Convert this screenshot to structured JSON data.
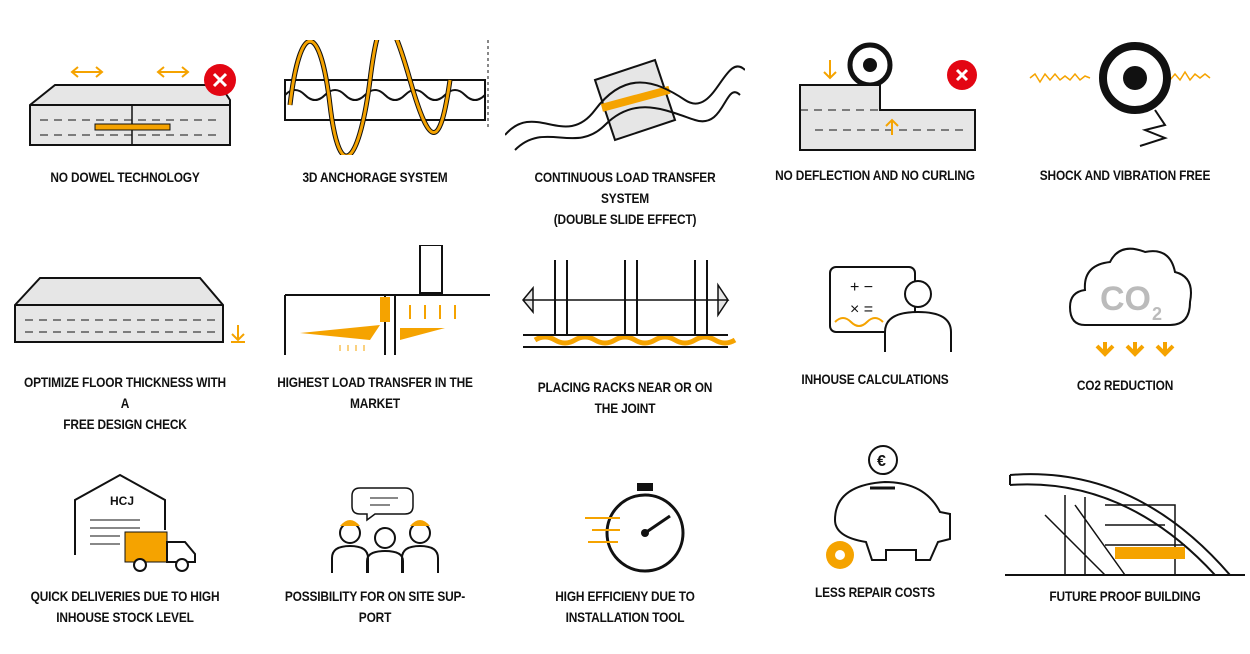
{
  "colors": {
    "accent": "#f5a300",
    "alert": "#e30613",
    "ink": "#111111",
    "surface": "#e6e6e6"
  },
  "features": [
    {
      "label": "NO DOWEL TECHNOLOGY",
      "icon": "slab-no-dowel-icon"
    },
    {
      "label": "3D ANCHORAGE SYSTEM",
      "icon": "anchorage-wave-icon"
    },
    {
      "label": "CONTINUOUS LOAD TRANSFER SYSTEM\n(DOUBLE SLIDE EFFECT)",
      "icon": "sleeve-wave-icon"
    },
    {
      "label": "NO DEFLECTION AND NO CURLING",
      "icon": "wheel-deflection-icon"
    },
    {
      "label": "SHOCK AND VIBRATION FREE",
      "icon": "wheel-vibration-icon"
    },
    {
      "label": "OPTIMIZE FLOOR THICKNESS WITH A\nFREE DESIGN CHECK",
      "icon": "slab-thickness-icon"
    },
    {
      "label": "HIGHEST LOAD TRANSFER IN THE\nMARKET",
      "icon": "load-transfer-icon"
    },
    {
      "label": "PLACING RACKS NEAR OR ON\nTHE JOINT",
      "icon": "racks-icon"
    },
    {
      "label": "INHOUSE CALCULATIONS",
      "icon": "calculation-board-icon"
    },
    {
      "label": "CO2 REDUCTION",
      "icon": "co2-cloud-icon",
      "icon_text": "CO2"
    },
    {
      "label": "QUICK DELIVERIES DUE TO HIGH\nINHOUSE STOCK LEVEL",
      "icon": "warehouse-truck-icon",
      "icon_text": "HCJ"
    },
    {
      "label": "POSSIBILITY FOR ON SITE SUP-\nPORT",
      "icon": "team-support-icon"
    },
    {
      "label": "HIGH EFFICIENY DUE TO\nINSTALLATION TOOL",
      "icon": "stopwatch-icon"
    },
    {
      "label": "LESS REPAIR COSTS",
      "icon": "piggy-bank-icon",
      "icon_text": "€"
    },
    {
      "label": "FUTURE PROOF BUILDING",
      "icon": "building-icon"
    }
  ]
}
